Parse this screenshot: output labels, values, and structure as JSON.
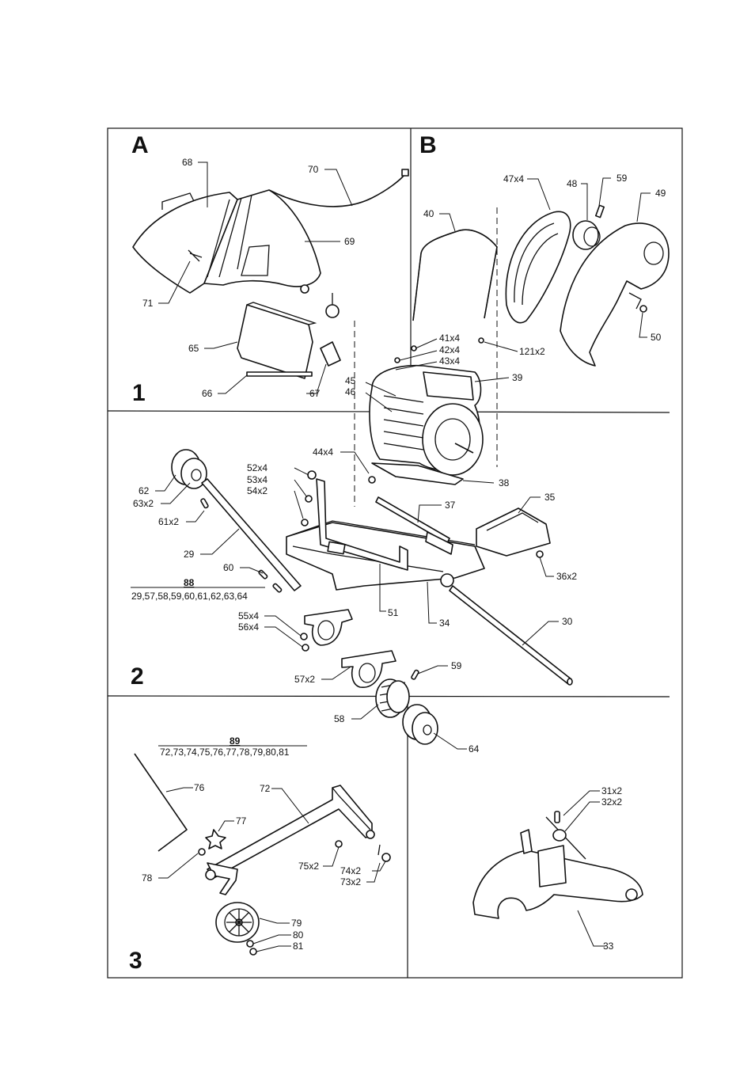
{
  "sections": {
    "A": "A",
    "B": "B",
    "s1": "1",
    "s2": "2",
    "s3": "3"
  },
  "callouts": {
    "p68": "68",
    "p70": "70",
    "p69": "69",
    "p71": "71",
    "p65": "65",
    "p66": "66",
    "p67": "67",
    "p40": "40",
    "p47x4": "47x4",
    "p48": "48",
    "p59a": "59",
    "p49": "49",
    "p50": "50",
    "p41x4": "41x4",
    "p42x4": "42x4",
    "p43x4": "43x4",
    "p121x2": "121x2",
    "p45": "45",
    "p46": "46",
    "p39": "39",
    "p62": "62",
    "p63x2": "63x2",
    "p61x2": "61x2",
    "p29": "29",
    "p60": "60",
    "p44x4": "44x4",
    "p52x4": "52x4",
    "p53x4": "53x4",
    "p54x2": "54x2",
    "p38": "38",
    "p37": "37",
    "p35": "35",
    "p36x2": "36x2",
    "p51": "51",
    "p34": "34",
    "p30": "30",
    "p55x4": "55x4",
    "p56x4": "56x4",
    "p57x2": "57x2",
    "p59b": "59",
    "p58": "58",
    "p64": "64",
    "p76": "76",
    "p72": "72",
    "p77": "77",
    "p78": "78",
    "p75x2": "75x2",
    "p74x2": "74x2",
    "p73x2": "73x2",
    "p79": "79",
    "p80": "80",
    "p81": "81",
    "p31x2": "31x2",
    "p32x2": "32x2",
    "p33": "33"
  },
  "kits": {
    "k88_number": "88",
    "k88_parts": "29,57,58,59,60,61,62,63,64",
    "k89_number": "89",
    "k89_parts": "72,73,74,75,76,77,78,79,80,81"
  }
}
